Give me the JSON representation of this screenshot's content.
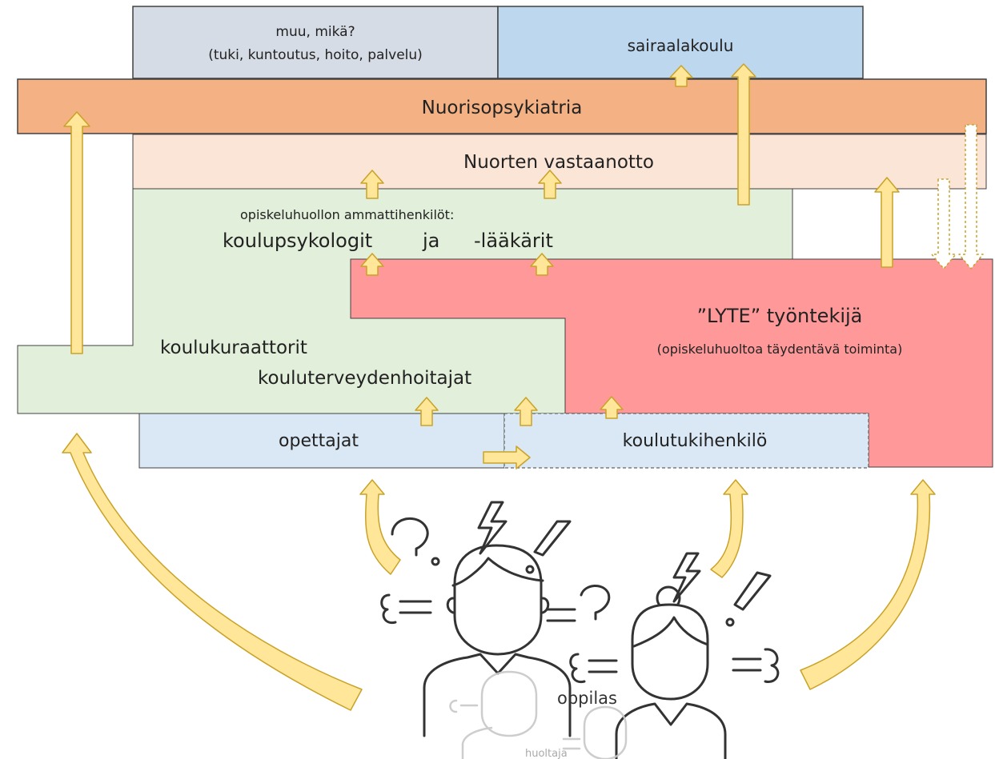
{
  "boxes": {
    "muu": {
      "line1": "muu, mikä?",
      "line2": "(tuki, kuntoutus, hoito, palvelu)"
    },
    "sairaalakoulu": "sairaalakoulu",
    "nuorisopsykiatria": "Nuorisopsykiatria",
    "nuorten_vastaanotto": "Nuorten vastaanotto",
    "opiskeluhuolto": {
      "line1": "opiskeluhuollon ammattihenkilöt:",
      "psykologit": "koulupsykologit",
      "ja": "ja",
      "laakarit": "-lääkärit"
    },
    "koulukuraattorit": "koulukuraattorit",
    "kouluterveydenhoitajat": "kouluterveydenhoitajat",
    "lyte": {
      "title": "”LYTE” työntekijä",
      "subtitle": "(opiskeluhuoltoa täydentävä toiminta)"
    },
    "opettajat": "opettajat",
    "koulutukihenkilo": "koulutukihenkilö"
  },
  "people": {
    "student": "oppilas",
    "guardian": "huoltaja"
  },
  "colors": {
    "muu": "#d6dce5",
    "sairaalakoulu": "#bdd7ee",
    "nuorisopsykiatria": "#f4b183",
    "nuorten_vastaanotto": "#fbe5d6",
    "opiskeluhuolto": "#e2efda",
    "lyte": "#ff9999",
    "opettajat": "#dae8f5",
    "arrow_fill": "#ffe699",
    "arrow_stroke": "#c9a227",
    "box_stroke": "#404040"
  }
}
